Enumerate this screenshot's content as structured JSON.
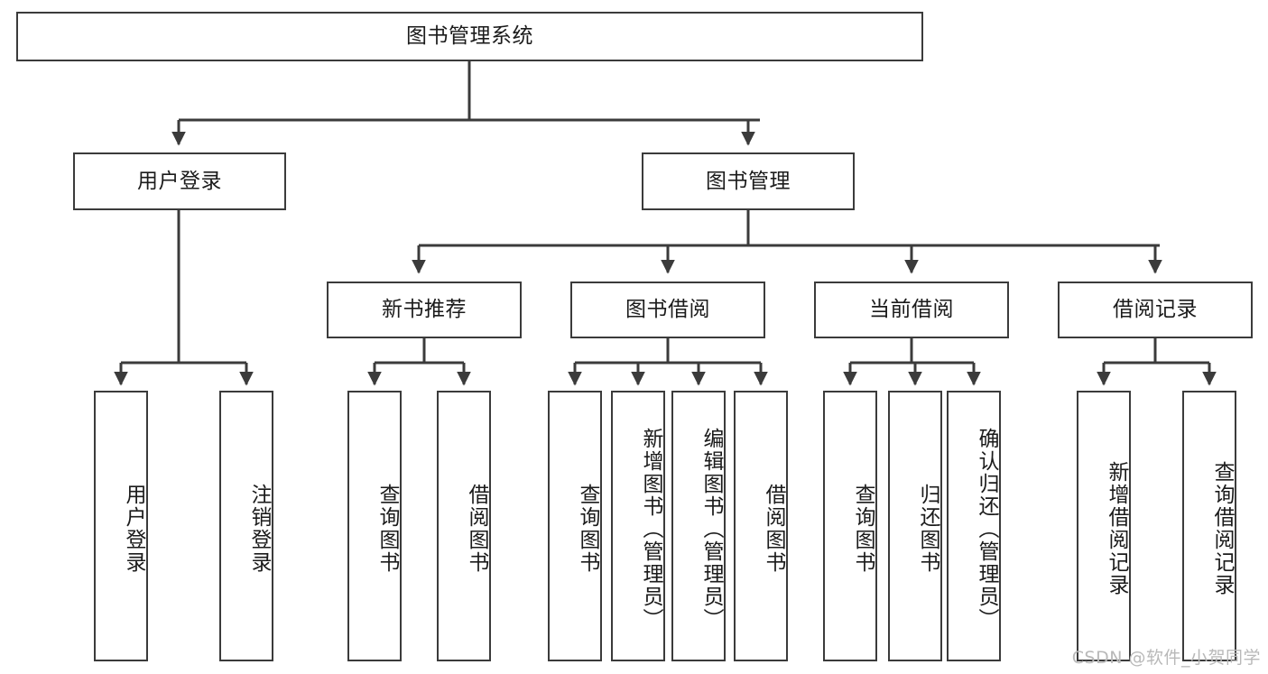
{
  "diagram": {
    "title": "图书管理系统",
    "type": "tree-hierarchy-diagram",
    "colors": {
      "stroke": "#3b3b3b",
      "fill": "#ffffff",
      "text": "#1b1b1b",
      "watermark": "#b9b9b9"
    },
    "nodes": {
      "root": {
        "label": "图书管理系统"
      },
      "level2": [
        {
          "label": "用户登录"
        },
        {
          "label": "图书管理"
        }
      ],
      "level3": [
        {
          "label": "新书推荐"
        },
        {
          "label": "图书借阅"
        },
        {
          "label": "当前借阅"
        },
        {
          "label": "借阅记录"
        }
      ],
      "leaves_user_login": [
        {
          "label": "用户登录"
        },
        {
          "label": "注销登录"
        }
      ],
      "leaves_new_book": [
        {
          "label": "查询图书"
        },
        {
          "label": "借阅图书"
        }
      ],
      "leaves_borrow": [
        {
          "label": "查询图书"
        },
        {
          "label": "新增图书（管理员）"
        },
        {
          "label": "编辑图书（管理员）"
        },
        {
          "label": "借阅图书"
        }
      ],
      "leaves_current": [
        {
          "label": "查询图书"
        },
        {
          "label": "归还图书"
        },
        {
          "label": "确认归还（管理员）"
        }
      ],
      "leaves_record": [
        {
          "label": "新增借阅记录"
        },
        {
          "label": "查询借阅记录"
        }
      ]
    }
  },
  "watermark": {
    "text": "CSDN @软件_小贺同学"
  }
}
